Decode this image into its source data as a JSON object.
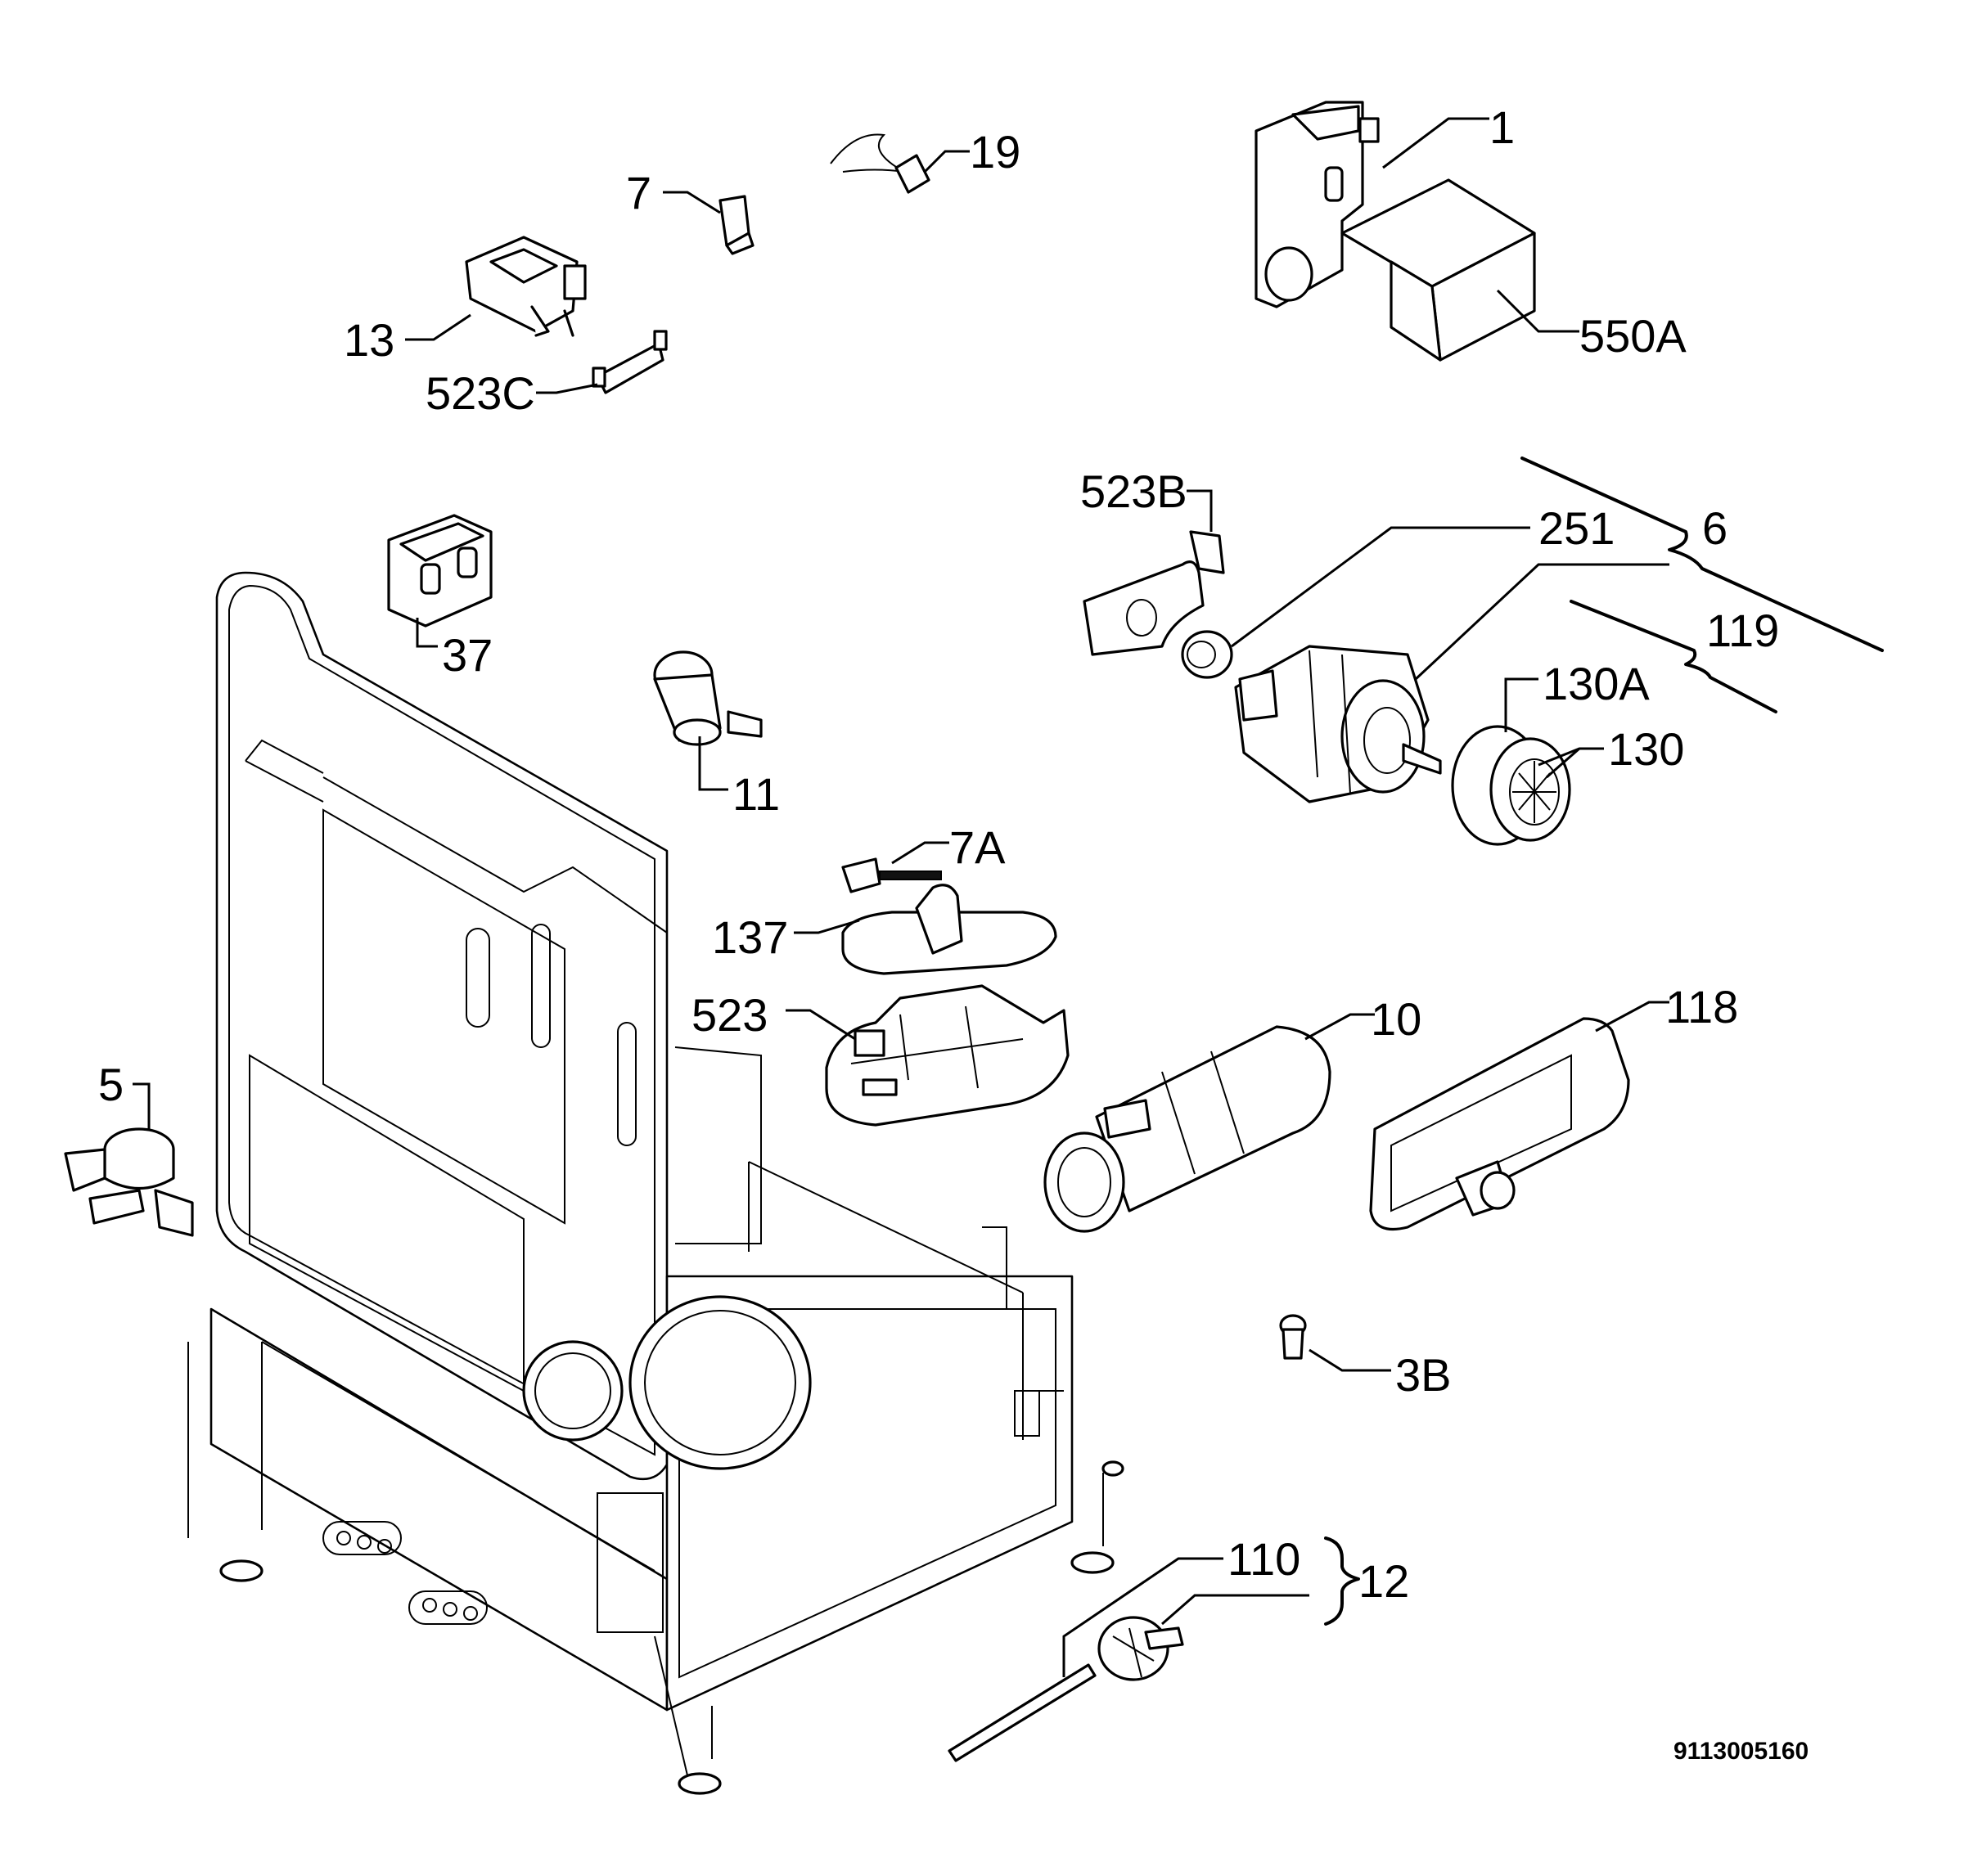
{
  "drawing_code": "9113005160",
  "callouts": {
    "c1": "1",
    "c550a": "550A",
    "c19": "19",
    "c7": "7",
    "c13": "13",
    "c523c": "523C",
    "c523b": "523B",
    "c251": "251",
    "c6": "6",
    "c119": "119",
    "c130a": "130A",
    "c130": "130",
    "c37": "37",
    "c11": "11",
    "c7a": "7A",
    "c137": "137",
    "c523": "523",
    "c10": "10",
    "c118": "118",
    "c5": "5",
    "c3b": "3B",
    "c110": "110",
    "c12": "12"
  }
}
